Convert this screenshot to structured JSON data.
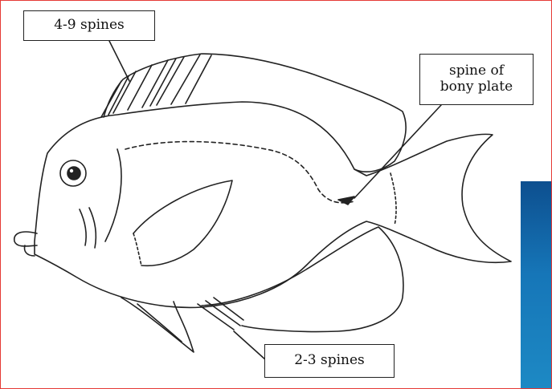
{
  "labels": {
    "top_spines": "4-9 spines",
    "bony_plate_line1": "spine of",
    "bony_plate_line2": "bony plate",
    "bottom_spines": "2-3 spines"
  },
  "colors": {
    "frame_border": "#e53935",
    "line": "#222222",
    "blue_panel": "#1676b8"
  }
}
